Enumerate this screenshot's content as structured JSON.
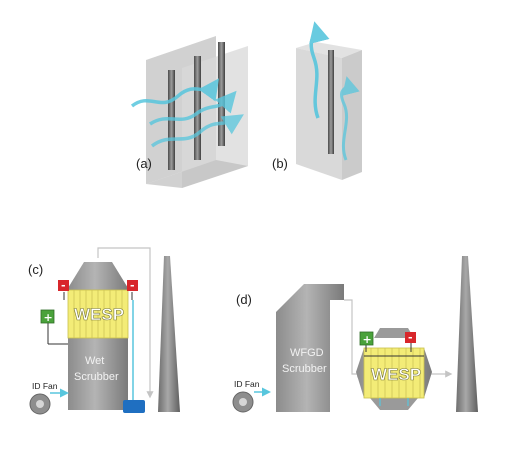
{
  "panels": {
    "a": {
      "label": "(a)"
    },
    "b": {
      "label": "(b)"
    },
    "c": {
      "label": "(c)",
      "wesp_label": "WESP",
      "scrubber_label_line1": "Wet",
      "scrubber_label_line2": "Scrubber",
      "fan_label": "ID Fan",
      "positive_sign": "+",
      "negative_sign": "-"
    },
    "d": {
      "label": "(d)",
      "wesp_label": "WESP",
      "scrubber_label_line1": "WFGD",
      "scrubber_label_line2": "Scrubber",
      "fan_label": "ID Fan",
      "positive_sign": "+",
      "negative_sign": "-"
    }
  },
  "colors": {
    "gas_flow": "#58c6dd",
    "wesp_yellow": "#f3ec77",
    "positive_terminal": "#4aa23b",
    "negative_terminal": "#d8262b",
    "vessel_gray": "#9a9a9a",
    "stack_gray": "#8a8a8a"
  }
}
